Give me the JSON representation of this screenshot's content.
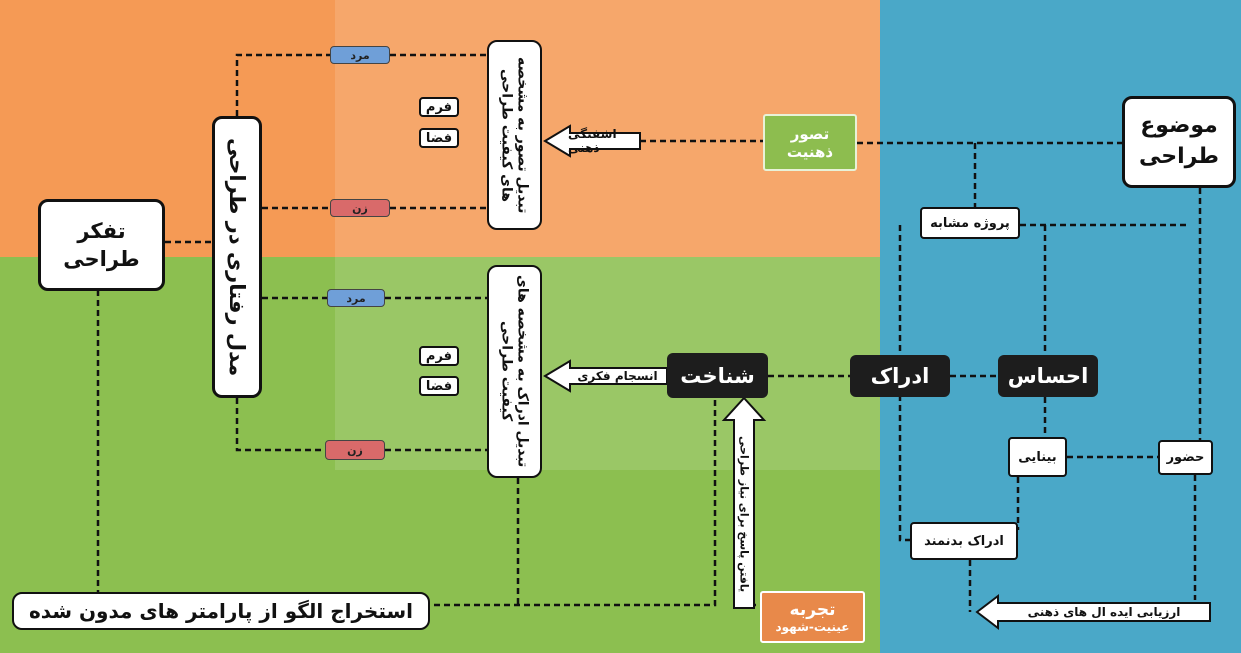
{
  "colors": {
    "orange": "#f59a55",
    "green": "#8cbf50",
    "blue": "#4aa8c8",
    "men_tag": "#6f9fd8",
    "women_tag": "#d96a6a"
  },
  "nodes": {
    "design_topic": "موضوع طراحی",
    "design_thinking": "تفکر طراحی",
    "behavior_model": "مدل رفتاری در طراحی",
    "upper_transform": "تبدیل تصور به مشخصه های کیفیت طراحی",
    "lower_transform": "تبدیل ادراک به مشخصه های کیفیت طراحی",
    "extraction": "استخراج الگو از پارامتر های مدون شده",
    "cognition": "شناخت",
    "perception": "ادراک",
    "sensation": "احساس",
    "similar_project": "پروژه مشابه",
    "visual": "بینایی",
    "presence": "حضور",
    "body_perception": "ادراک بدنمند"
  },
  "mental_image": {
    "line1": "تصور",
    "line2": "ذهنیت"
  },
  "experience": {
    "line1": "تجربه",
    "line2": "عینیت-شهود"
  },
  "arrows": {
    "confusion": "اشفتگی ذهنی",
    "coherence": "انسجام فکری",
    "answer": "یافتن پاسخ برای نیاز طراحی",
    "evaluation": "ارزیابی ایده ال های ذهنی"
  },
  "tags": {
    "men_top": "مرد",
    "women_top": "زن",
    "men_bottom": "مرد",
    "women_bottom": "زن"
  },
  "labels": {
    "form_top": "فرم",
    "space_top": "فضا",
    "form_bottom": "فرم",
    "space_bottom": "فضا"
  }
}
